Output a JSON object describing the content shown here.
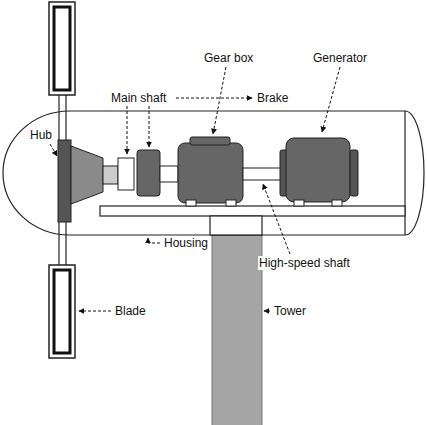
{
  "diagram": {
    "labels": [
      "Gear box",
      "Generator",
      "Hub",
      "Main shaft",
      "Brake",
      "High-speed shaft",
      "Housing",
      "Tower",
      "Blade"
    ]
  }
}
